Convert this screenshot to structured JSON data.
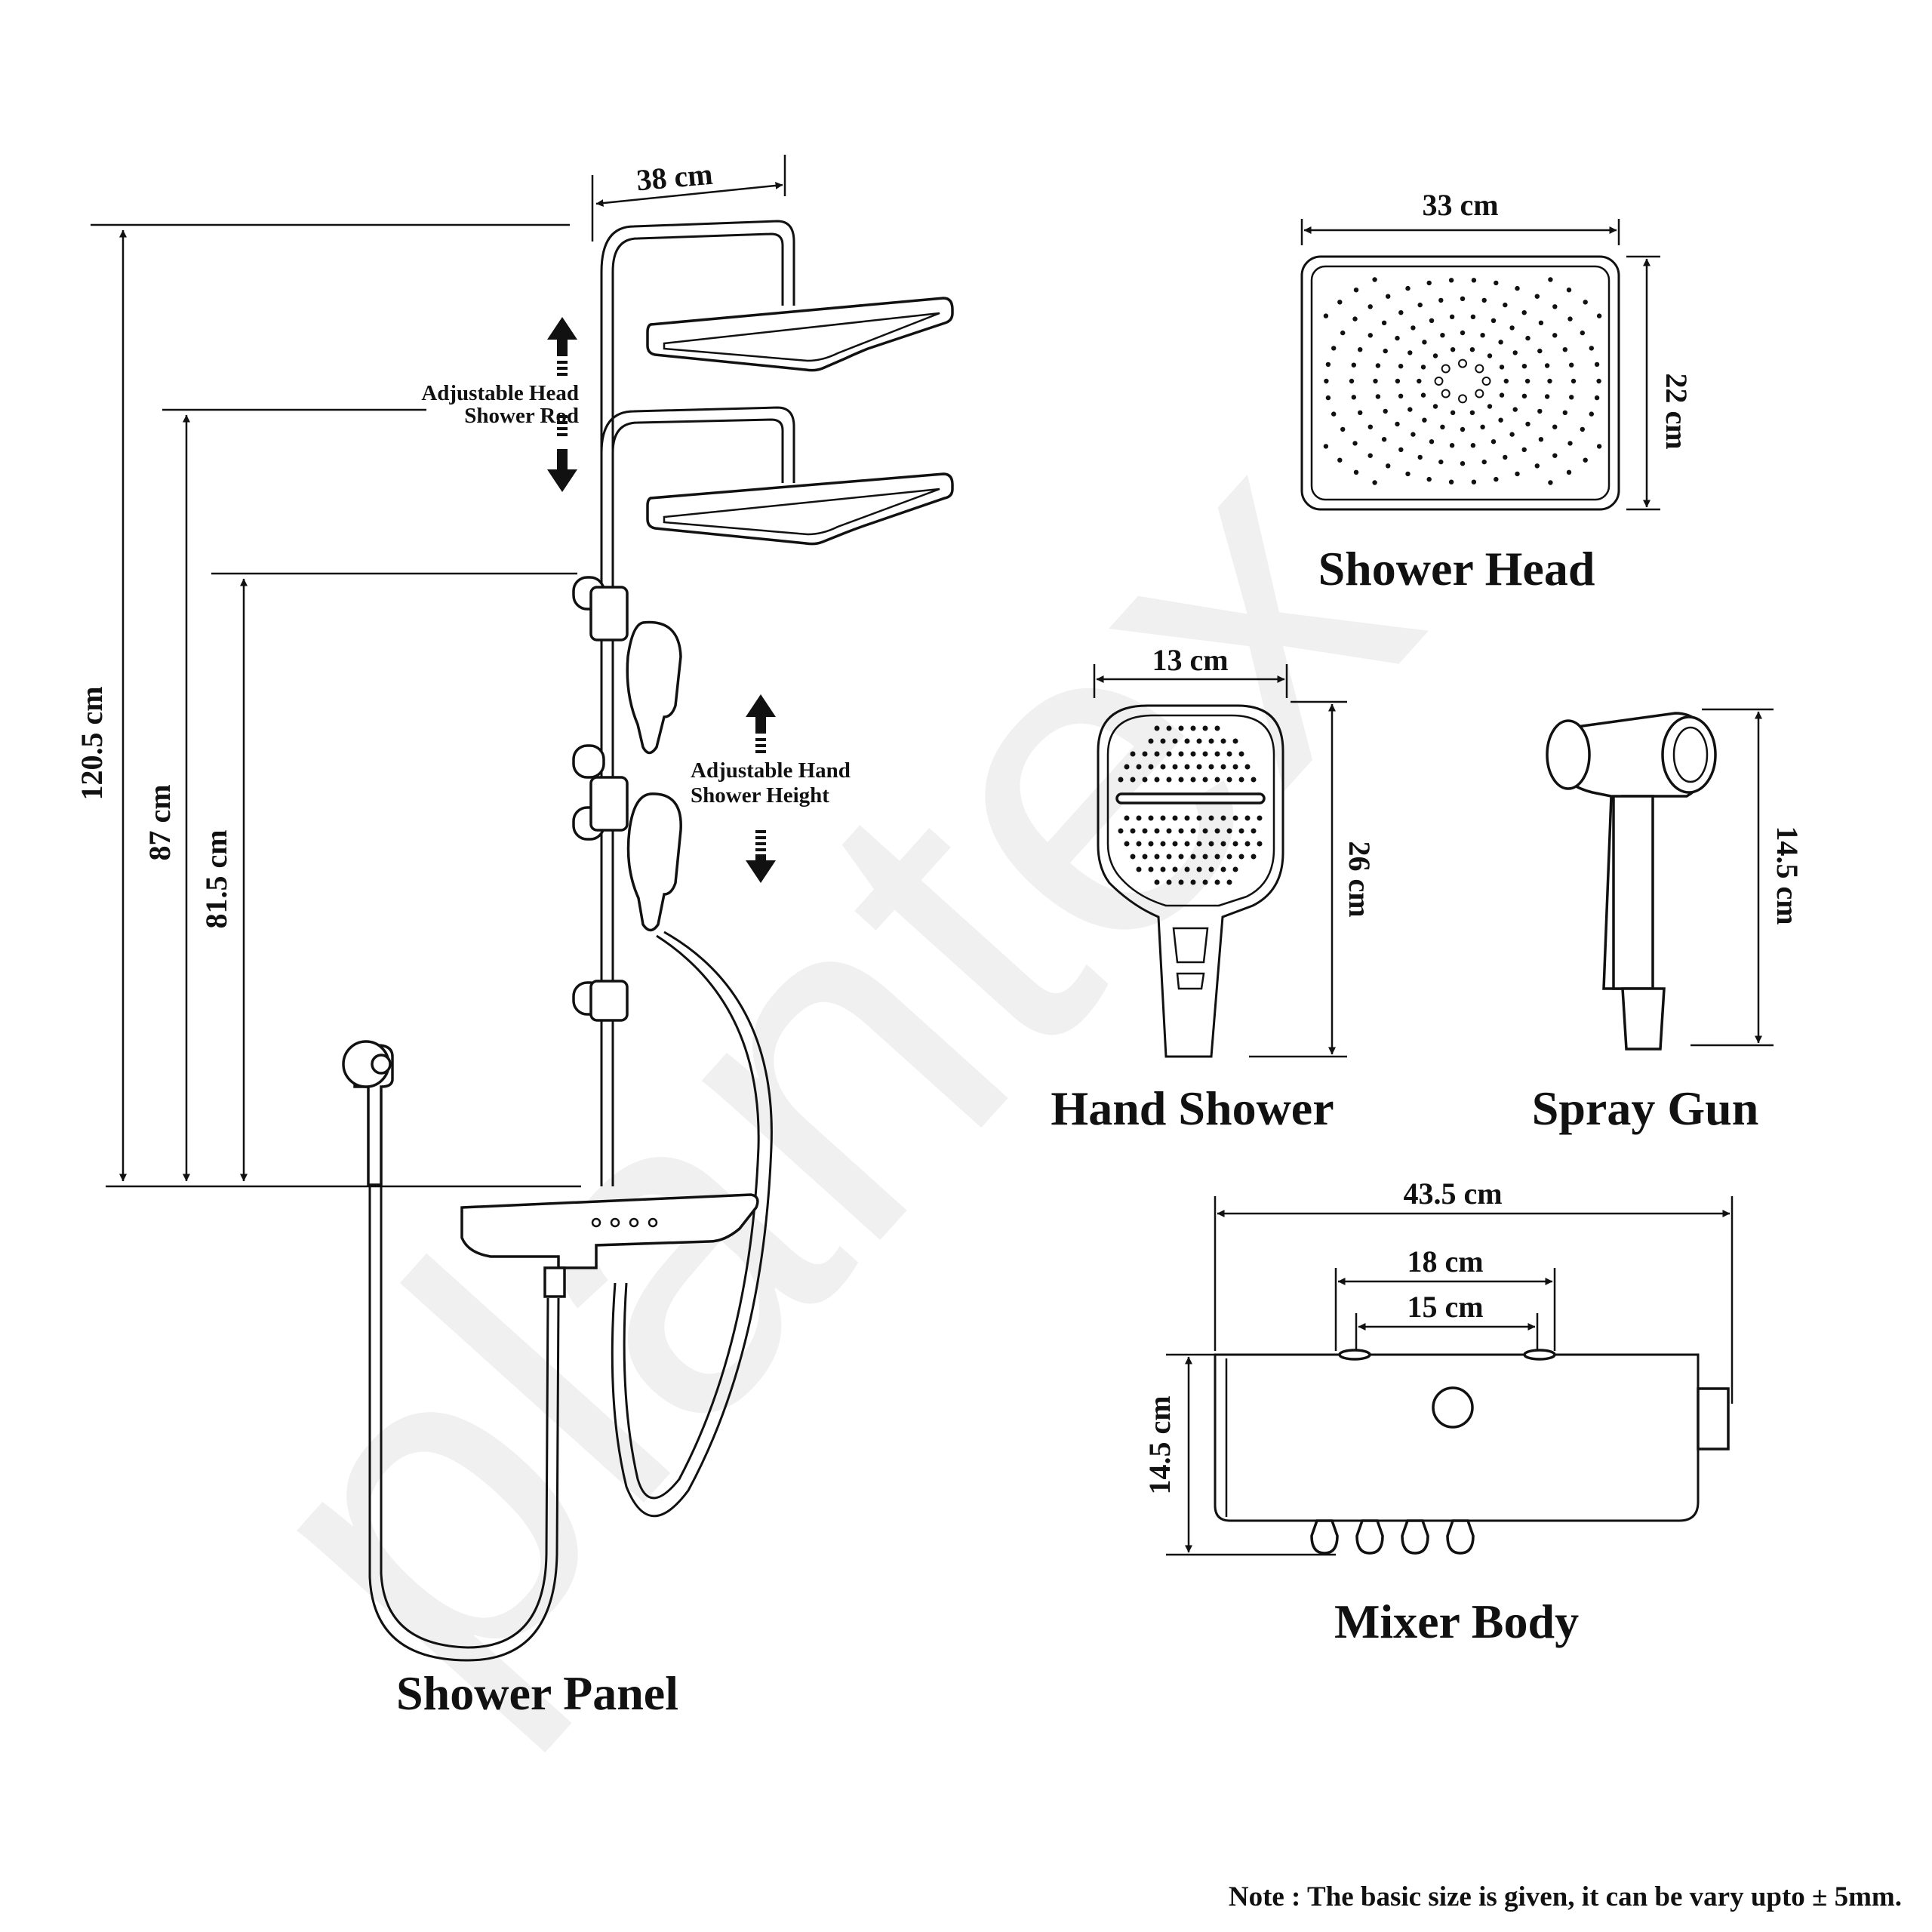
{
  "watermark_text": "plantex",
  "colors": {
    "ink": "#111111",
    "background": "#ffffff",
    "watermark": "#ececec"
  },
  "shower_panel": {
    "title": "Shower Panel",
    "dim_width": "38 cm",
    "dim_total_height": "120.5 cm",
    "dim_mid_height": "87 cm",
    "dim_low_height": "81.5 cm",
    "note_head_line1": "Adjustable Head",
    "note_head_line2": "Shower Rod",
    "note_hand_line1": "Adjustable Hand",
    "note_hand_line2": "Shower Height"
  },
  "shower_head": {
    "title": "Shower Head",
    "dim_width": "33 cm",
    "dim_height": "22 cm"
  },
  "hand_shower": {
    "title": "Hand Shower",
    "dim_width": "13 cm",
    "dim_height": "26 cm"
  },
  "spray_gun": {
    "title": "Spray Gun",
    "dim_height": "14.5 cm"
  },
  "mixer_body": {
    "title": "Mixer Body",
    "dim_width": "43.5 cm",
    "dim_outer_spacing": "18 cm",
    "dim_inner_spacing": "15 cm",
    "dim_height": "14.5 cm"
  },
  "note": "Note : The basic size is given, it can be vary upto ± 5mm."
}
